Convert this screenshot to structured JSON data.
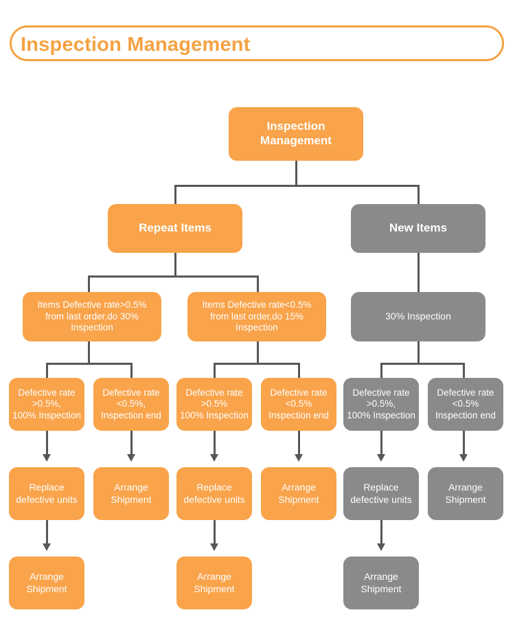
{
  "header": {
    "title": "Inspection Management",
    "accent_color": "#f5a243"
  },
  "palette": {
    "orange": "#f9a34a",
    "gray": "#8a8a8a",
    "connector": "#555759",
    "node_text": "#ffffff",
    "background": "#ffffff"
  },
  "chart_data": {
    "type": "diagram",
    "title": "Inspection Management",
    "orientation": "top-down tree",
    "nodes": [
      {
        "id": "root",
        "label": "Inspection\nManagement",
        "color": "orange",
        "level": 0
      },
      {
        "id": "repeat",
        "label": "Repeat Items",
        "color": "orange",
        "level": 1
      },
      {
        "id": "new",
        "label": "New Items",
        "color": "gray",
        "level": 1
      },
      {
        "id": "rep-hi",
        "label": "Items Defective rate>0.5%\nfrom last order,do 30%\nInspection",
        "color": "orange",
        "level": 2
      },
      {
        "id": "rep-lo",
        "label": "Items Defective rate<0.5%\nfrom last order,do 15%\nInspection",
        "color": "orange",
        "level": 2
      },
      {
        "id": "new-30",
        "label": "30% Inspection",
        "color": "gray",
        "level": 2
      },
      {
        "id": "r1-hi",
        "label": "Defective rate\n>0.5%,\n100% Inspection",
        "color": "orange",
        "level": 3
      },
      {
        "id": "r1-lo",
        "label": "Defective rate\n<0.5%,\nInspection end",
        "color": "orange",
        "level": 3
      },
      {
        "id": "r2-hi",
        "label": "Defective rate\n>0.5%\n100% Inspection",
        "color": "orange",
        "level": 3
      },
      {
        "id": "r2-lo",
        "label": "Defective rate\n<0.5%\nInspection end",
        "color": "orange",
        "level": 3
      },
      {
        "id": "n-hi",
        "label": "Defective rate\n>0.5%,\n100% Inspection",
        "color": "gray",
        "level": 3
      },
      {
        "id": "n-lo",
        "label": "Defective rate\n<0.5%\nInspection end",
        "color": "gray",
        "level": 3
      },
      {
        "id": "r1-hi-act",
        "label": "Replace\ndefective units",
        "color": "orange",
        "level": 4
      },
      {
        "id": "r1-lo-act",
        "label": "Arrange\nShipment",
        "color": "orange",
        "level": 4
      },
      {
        "id": "r2-hi-act",
        "label": "Replace\ndefective units",
        "color": "orange",
        "level": 4
      },
      {
        "id": "r2-lo-act",
        "label": "Arrange\nShipment",
        "color": "orange",
        "level": 4
      },
      {
        "id": "n-hi-act",
        "label": "Replace\ndefective units",
        "color": "gray",
        "level": 4
      },
      {
        "id": "n-lo-act",
        "label": "Arrange\nShipment",
        "color": "gray",
        "level": 4
      },
      {
        "id": "r1-ship",
        "label": "Arrange\nShipment",
        "color": "orange",
        "level": 5
      },
      {
        "id": "r2-ship",
        "label": "Arrange\nShipment",
        "color": "orange",
        "level": 5
      },
      {
        "id": "n-ship",
        "label": "Arrange\nShipment",
        "color": "gray",
        "level": 5
      }
    ],
    "edges": [
      {
        "from": "root",
        "to": "repeat",
        "style": "elbow"
      },
      {
        "from": "root",
        "to": "new",
        "style": "elbow"
      },
      {
        "from": "repeat",
        "to": "rep-hi",
        "style": "elbow"
      },
      {
        "from": "repeat",
        "to": "rep-lo",
        "style": "elbow"
      },
      {
        "from": "new",
        "to": "new-30",
        "style": "straight"
      },
      {
        "from": "rep-hi",
        "to": "r1-hi",
        "style": "elbow"
      },
      {
        "from": "rep-hi",
        "to": "r1-lo",
        "style": "elbow"
      },
      {
        "from": "rep-lo",
        "to": "r2-hi",
        "style": "elbow"
      },
      {
        "from": "rep-lo",
        "to": "r2-lo",
        "style": "elbow"
      },
      {
        "from": "new-30",
        "to": "n-hi",
        "style": "elbow"
      },
      {
        "from": "new-30",
        "to": "n-lo",
        "style": "elbow"
      },
      {
        "from": "r1-hi",
        "to": "r1-hi-act",
        "style": "arrow"
      },
      {
        "from": "r1-lo",
        "to": "r1-lo-act",
        "style": "arrow"
      },
      {
        "from": "r2-hi",
        "to": "r2-hi-act",
        "style": "arrow"
      },
      {
        "from": "r2-lo",
        "to": "r2-lo-act",
        "style": "arrow"
      },
      {
        "from": "n-hi",
        "to": "n-hi-act",
        "style": "arrow"
      },
      {
        "from": "n-lo",
        "to": "n-lo-act",
        "style": "arrow"
      },
      {
        "from": "r1-hi-act",
        "to": "r1-ship",
        "style": "arrow"
      },
      {
        "from": "r2-hi-act",
        "to": "r2-ship",
        "style": "arrow"
      },
      {
        "from": "n-hi-act",
        "to": "n-ship",
        "style": "arrow"
      }
    ]
  }
}
